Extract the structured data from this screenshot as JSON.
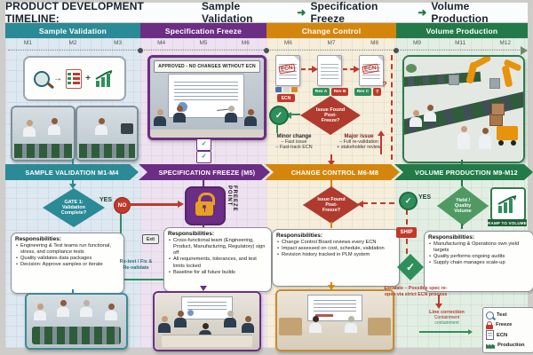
{
  "header": {
    "title_prefix": "PRODUCT DEVELOPMENT TIMELINE:",
    "step1": "Sample Validation",
    "step2": "Specification Freeze",
    "step3": "Volume Production",
    "arrow": "➜"
  },
  "phases": [
    {
      "label": "Sample Validation",
      "banner": "SAMPLE VALIDATION M1-M4",
      "color": "#2A8A96",
      "tint": "#dde8f1",
      "months": [
        "M1",
        "M2",
        "M3"
      ]
    },
    {
      "label": "Specification Freeze",
      "banner": "SPECIFICATION FREEZE (M5)",
      "color": "#6C2D84",
      "tint": "#eee2f0",
      "months": [
        "M4",
        "M5",
        "M6"
      ]
    },
    {
      "label": "Change Control",
      "banner": "CHANGE CONTROL M6-M8",
      "color": "#D4860C",
      "tint": "#f6eedb",
      "months": [
        "M6",
        "M7",
        "M8"
      ]
    },
    {
      "label": "Volume Production",
      "banner": "VOLUME PRODUCTION M9-M12",
      "color": "#217A48",
      "tint": "#e3eee3",
      "months": [
        "M9",
        "M11",
        "M12"
      ]
    }
  ],
  "sample_validation": {
    "gate": "GATE 1: Validation Complete?",
    "yes": "YES",
    "no": "NO",
    "resp_title": "Responsibilities:",
    "bullets": [
      "Engineering & Test teams run functional, stress, and compliance tests",
      "Quality validates data packages",
      "Decision: Approve samples or iterate"
    ],
    "retest": "Re-test / Fix & Re-validate"
  },
  "spec_freeze": {
    "approved_banner": "APPROVED - NO CHANGES WITHOUT ECN",
    "freeze_point": "FREEZE POINT",
    "exit_tag": "Exit",
    "resp_title": "Responsibilities:",
    "bullets": [
      "Cross-functional team (Engineering, Product, Manufacturing, Regulatory) sign off",
      "All requirements, tolerances, and test limits locked",
      "Baseline for all future builds"
    ]
  },
  "change_control": {
    "ecn_stamp": "ECN",
    "ecn_tag": "ECN",
    "rev_a": "Rev A",
    "rev_b": "Rev B",
    "rev_c": "Rev C",
    "question": "?",
    "diamond_top": "Issue Found Post-Freeze?",
    "check_mark": "✓",
    "minor_title": "Minor change",
    "minor_line1": "– Fast issue",
    "minor_line2": "– Fast-track ECN",
    "major_title": "Major issue",
    "major_line1": "– Full re-validation",
    "major_line2": "+ stakeholder review",
    "diamond_bottom": "Issue Found Post-Freeze?",
    "resp_title": "Responsibilities:",
    "bullets": [
      "Change Control Board reviews every ECN",
      "Impact assessed on cost, schedule, validation",
      "Revision history tracked in PLM system"
    ]
  },
  "volume_production": {
    "yes": "YES",
    "diamond": "Yield / Quality Volume",
    "check_mark": "✓",
    "ramp_tag": "RAMP TO VOLUME",
    "ship_tag": "SHIP",
    "resp_title": "Responsibilities:",
    "bullets": [
      "Manufacturing & Operations own yield targets",
      "Quality performs ongoing audits",
      "Supply chain manages scale-up"
    ],
    "escalate": "Escalate – Possible spec re-open via strict ECN process",
    "line_correction_1": "Line correction",
    "line_correction_2": "Containment",
    "line_correction_3": "containment"
  },
  "legend": {
    "items": [
      {
        "icon": "magnifier-icon",
        "label": "Test"
      },
      {
        "icon": "lock-icon",
        "label": "Freeze"
      },
      {
        "icon": "document-icon",
        "label": "ECN"
      },
      {
        "icon": "factory-icon",
        "label": "Production"
      }
    ]
  }
}
